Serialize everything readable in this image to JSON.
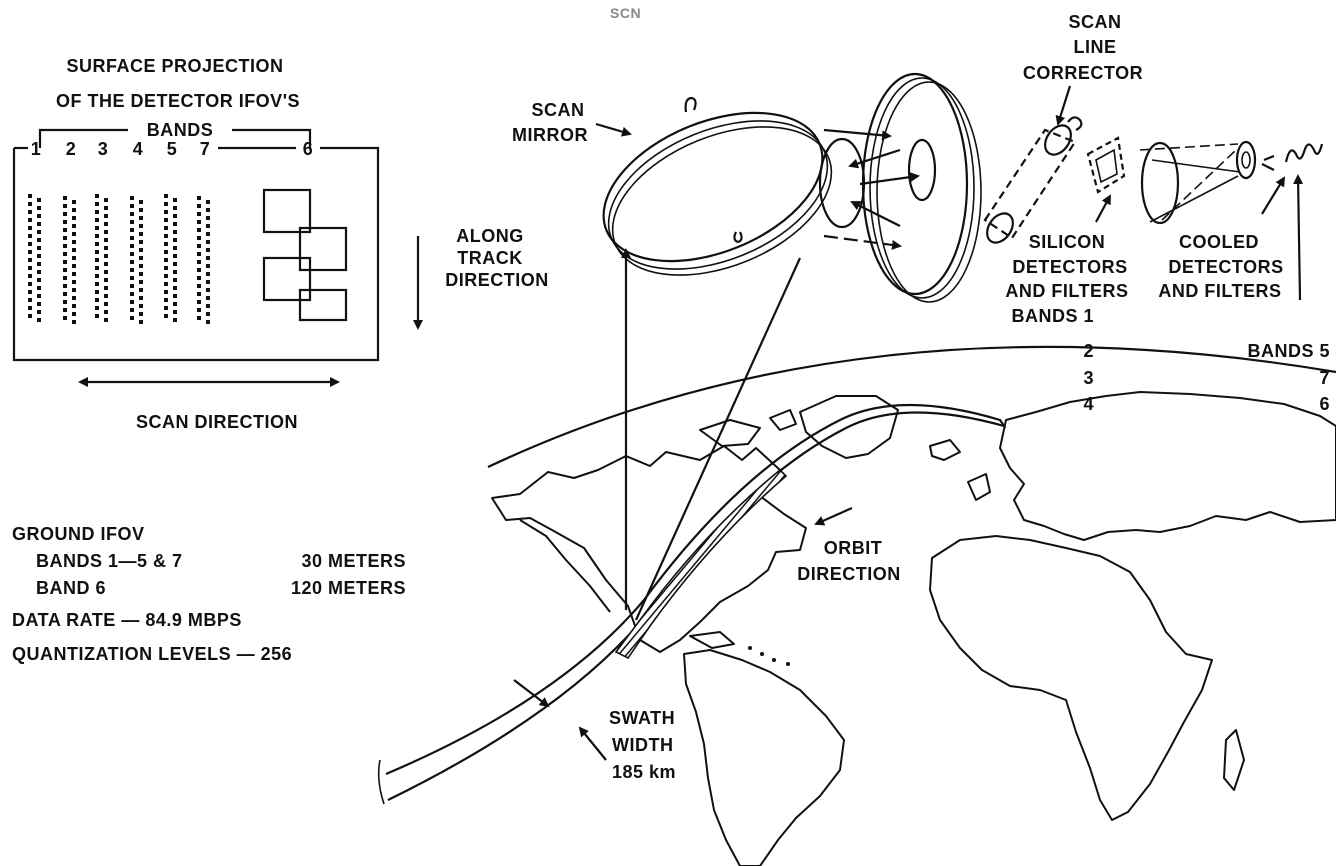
{
  "header_smudge": "SCN",
  "projection": {
    "title_line1": "SURFACE PROJECTION",
    "title_line2": "OF THE DETECTOR IFOV'S",
    "bands_label": "BANDS",
    "band_numbers": [
      "1",
      "2",
      "3",
      "4",
      "5",
      "7",
      "6"
    ],
    "along_track": [
      "ALONG",
      "TRACK",
      "DIRECTION"
    ],
    "scan_direction": "SCAN DIRECTION"
  },
  "specs": {
    "ground_ifov": "GROUND IFOV",
    "row1_label": "BANDS 1—5 & 7",
    "row1_value": "30 METERS",
    "row2_label": "BAND 6",
    "row2_value": "120 METERS",
    "data_rate": "DATA RATE — 84.9 MBPS",
    "quantization": "QUANTIZATION LEVELS — 256"
  },
  "instrument": {
    "scan_mirror": [
      "SCAN",
      "MIRROR"
    ],
    "scan_line_corrector": [
      "SCAN",
      "LINE",
      "CORRECTOR"
    ],
    "silicon": [
      "SILICON",
      "DETECTORS",
      "AND FILTERS",
      "BANDS 1",
      "2",
      "3",
      "4"
    ],
    "cooled": [
      "COOLED",
      "DETECTORS",
      "AND FILTERS"
    ],
    "cooled_bands": [
      "BANDS 5",
      "7",
      "6"
    ]
  },
  "earth": {
    "orbit_direction": [
      "ORBIT",
      "DIRECTION"
    ],
    "swath": [
      "SWATH",
      "WIDTH",
      "185 km"
    ]
  }
}
